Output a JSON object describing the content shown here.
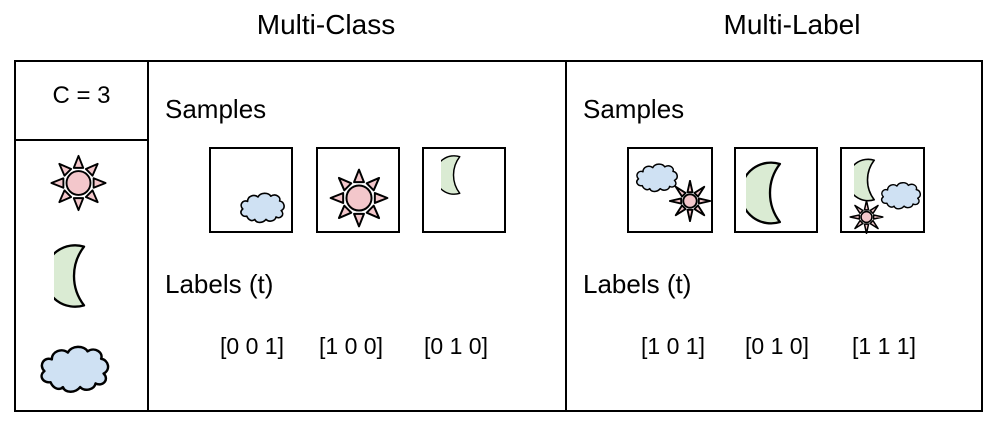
{
  "titles": {
    "left": "Multi-Class",
    "right": "Multi-Label"
  },
  "colors": {
    "sun": "#f3c7cb",
    "moon": "#daebd3",
    "cloud": "#cfe1f3",
    "line": "#000000"
  },
  "legend": {
    "class_count_label": "C = 3",
    "classes": [
      "sun",
      "moon",
      "cloud"
    ]
  },
  "multi_class": {
    "samples_label": "Samples",
    "labels_label": "Labels (t)",
    "samples": [
      {
        "icons": [
          "cloud"
        ]
      },
      {
        "icons": [
          "sun"
        ]
      },
      {
        "icons": [
          "moon"
        ]
      }
    ],
    "label_vectors": [
      "[0 0 1]",
      "[1 0 0]",
      "[0 1 0]"
    ]
  },
  "multi_label": {
    "samples_label": "Samples",
    "labels_label": "Labels (t)",
    "samples": [
      {
        "icons": [
          "cloud",
          "sun"
        ]
      },
      {
        "icons": [
          "moon"
        ]
      },
      {
        "icons": [
          "moon",
          "cloud",
          "sun"
        ]
      }
    ],
    "label_vectors": [
      "[1 0 1]",
      "[0 1 0]",
      "[1 1 1]"
    ]
  }
}
